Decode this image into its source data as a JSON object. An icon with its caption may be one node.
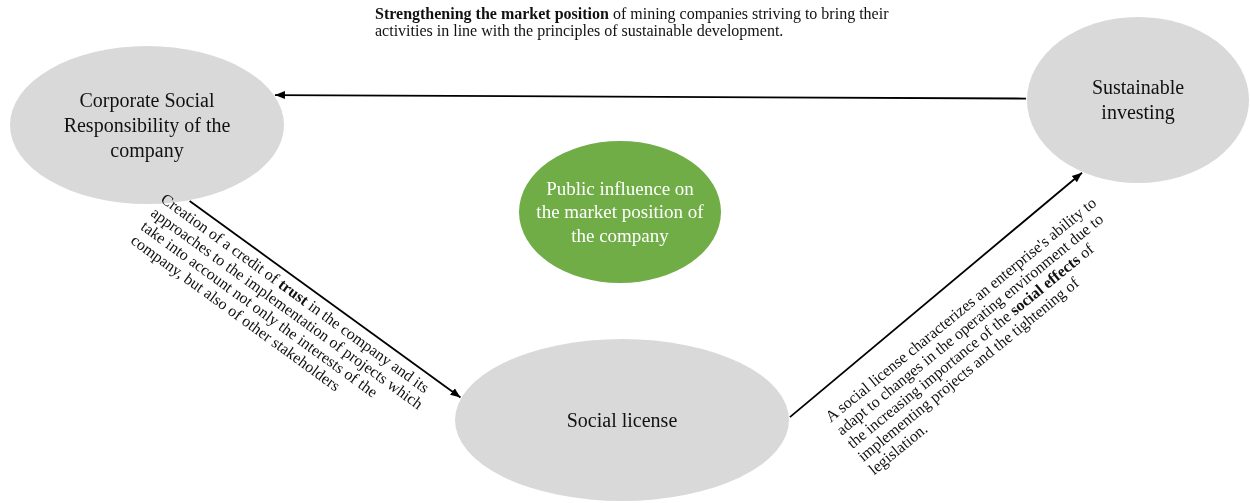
{
  "diagram": {
    "nodes": [
      {
        "text": [
          "Corporate Social Responsibility of the company"
        ]
      },
      {
        "text": [
          "Sustainable investing"
        ]
      },
      {
        "text": [
          "Public influence on the market position of the company"
        ]
      },
      {
        "text": [
          "Social license"
        ]
      }
    ],
    "edges": [
      {
        "from": 1,
        "to": 0,
        "arrow": "to",
        "label": "**Strengthening the market position** of mining companies striving to bring their activities in line with the principles of sustainable development."
      },
      {
        "from": 0,
        "to": 3,
        "arrow": "to",
        "label": "Creation of a credit of **trust** in the company and its approaches to the implementation of projects which take into account not only the interests of the company, but also of other stakeholders"
      },
      {
        "from": 3,
        "to": 1,
        "arrow": "to",
        "label": "A social license characterizes an enterprise's ability to adapt to changes in the operating environment due to the increasing importance of the **social effects** of implementing projects and the tightening of legislation."
      }
    ]
  }
}
